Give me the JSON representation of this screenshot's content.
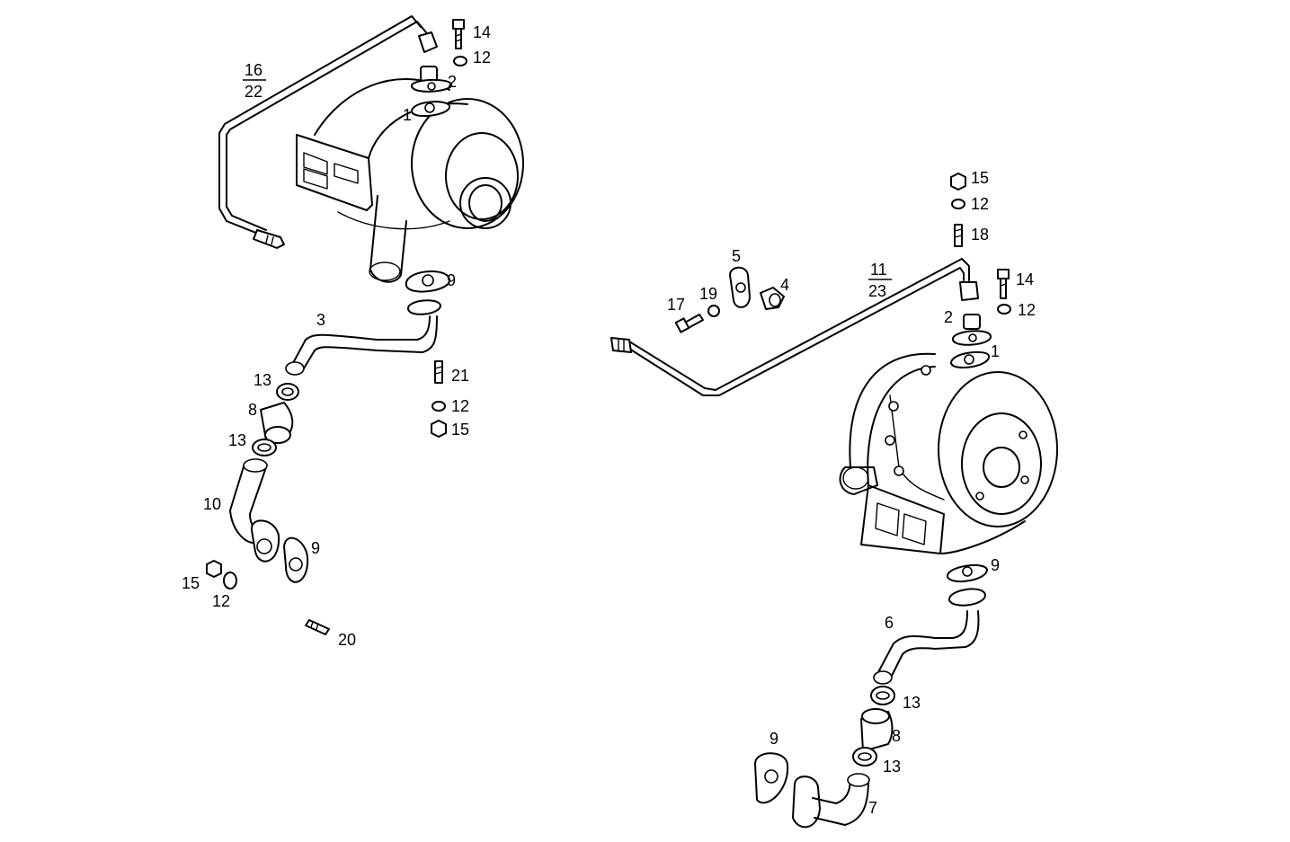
{
  "callouts_left": {
    "c14": "14",
    "c12a": "12",
    "c2": "2",
    "c1": "1",
    "frac_top": "16",
    "frac_bottom": "22",
    "c9a": "9",
    "c3": "3",
    "c21": "21",
    "c12b": "12",
    "c15a": "15",
    "c13a": "13",
    "c8": "8",
    "c13b": "13",
    "c10": "10",
    "c9b": "9",
    "c15b": "15",
    "c12c": "12",
    "c20": "20"
  },
  "callouts_right": {
    "c15a": "15",
    "c12a": "12",
    "c18": "18",
    "frac_top": "11",
    "frac_bottom": "23",
    "c14": "14",
    "c12b": "12",
    "c5": "5",
    "c4": "4",
    "c17": "17",
    "c19": "19",
    "c2": "2",
    "c1": "1",
    "c9a": "9",
    "c6": "6",
    "c13a": "13",
    "c8": "8",
    "c13b": "13",
    "c9b": "9",
    "c7": "7"
  }
}
